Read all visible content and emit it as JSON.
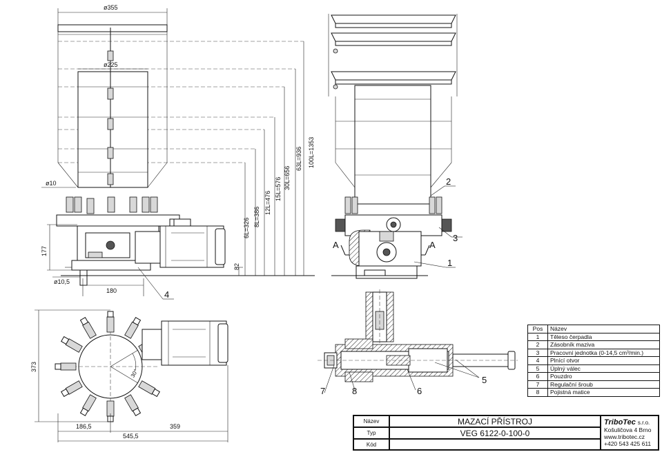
{
  "dimensions": {
    "d355": "ø355",
    "d225": "ø225",
    "d10": "ø10",
    "d10_5": "ø10,5",
    "h177": "177",
    "w180": "180",
    "h82": "82",
    "v6": "6L=326",
    "v8": "8L=386",
    "v12": "12L=476",
    "v15": "15L=576",
    "v30": "30L=656",
    "v63": "63L=936",
    "v100": "100L=1353",
    "h373": "373",
    "w186_5": "186,5",
    "w359": "359",
    "w545_5": "545,5",
    "angle30": "30°"
  },
  "callouts": {
    "c1": "1",
    "c2": "2",
    "c3": "3",
    "c4": "4",
    "c5": "5",
    "c6": "6",
    "c7": "7",
    "c8": "8",
    "sectionA_left": "A",
    "sectionA_right": "A"
  },
  "parts_list": {
    "header_pos": "Pos",
    "header_name": "Název",
    "items": [
      {
        "pos": "1",
        "name": "Těleso čerpadla"
      },
      {
        "pos": "2",
        "name": "Zásobník maziva"
      },
      {
        "pos": "3",
        "name": "Pracovní jednotka (0-14,5 cm³/min.)"
      },
      {
        "pos": "4",
        "name": "Plnící otvor"
      },
      {
        "pos": "5",
        "name": "Úplný válec"
      },
      {
        "pos": "6",
        "name": "Pouzdro"
      },
      {
        "pos": "7",
        "name": "Regulační šroub"
      },
      {
        "pos": "8",
        "name": "Pojistná matice"
      }
    ]
  },
  "title_block": {
    "label_name": "Název",
    "label_type": "Typ",
    "label_code": "Kód",
    "name_value": "MAZACÍ PŘÍSTROJ",
    "type_value": "VEG 6122-0-100-0",
    "code_value": "",
    "company_logo": "TriboTec",
    "company_suffix": "s.r.o.",
    "address": "Košuličova 4 Brno",
    "web": "www.tribotec.cz",
    "phone": "+420 543 425 611"
  }
}
